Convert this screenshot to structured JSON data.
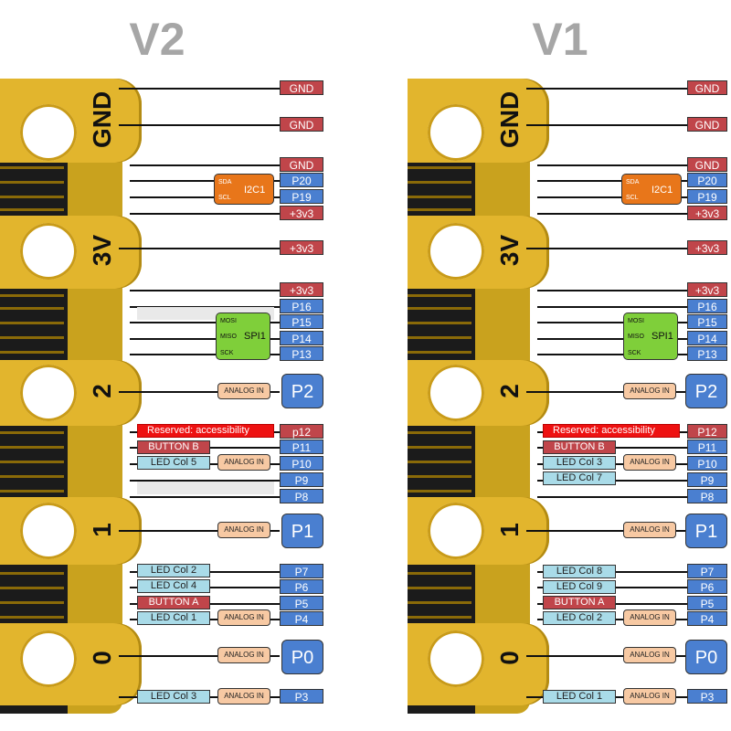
{
  "titles": {
    "v2": "V2",
    "v1": "V1"
  },
  "pads": {
    "gnd": "GND",
    "v3": "3V",
    "p2": "2",
    "p1": "1",
    "p0": "0"
  },
  "pins": {
    "gnd": "GND",
    "p20": "P20",
    "p19": "P19",
    "v33": "+3v3",
    "p16": "P16",
    "p15": "P15",
    "p14": "P14",
    "p13": "P13",
    "p2": "P2",
    "p12_v2": "p12",
    "p12_v1": "P12",
    "p11": "P11",
    "p10": "P10",
    "p9": "P9",
    "p8": "P8",
    "p1": "P1",
    "p7": "P7",
    "p6": "P6",
    "p5": "P5",
    "p4": "P4",
    "p0": "P0",
    "p3": "P3"
  },
  "i2c": {
    "name": "I2C1",
    "sda": "SDA",
    "scl": "SCL"
  },
  "spi": {
    "name": "SPI1",
    "mosi": "MOSI",
    "miso": "MISO",
    "sck": "SCK"
  },
  "analog_in": "ANALOG IN",
  "reserved": "Reserved: accessibility",
  "button_a": "BUTTON A",
  "button_b": "BUTTON B",
  "v2": {
    "p10_led": "LED Col 5",
    "p7_led": "LED Col 2",
    "p6_led": "LED Col 4",
    "p4_led": "LED Col 1",
    "p3_led": "LED Col 3"
  },
  "v1": {
    "p10_led": "LED Col 3",
    "p9_led": "LED Col 7",
    "p7_led": "LED Col 8",
    "p6_led": "LED Col 9",
    "p4_led": "LED Col 2",
    "p3_led": "LED Col 1"
  }
}
